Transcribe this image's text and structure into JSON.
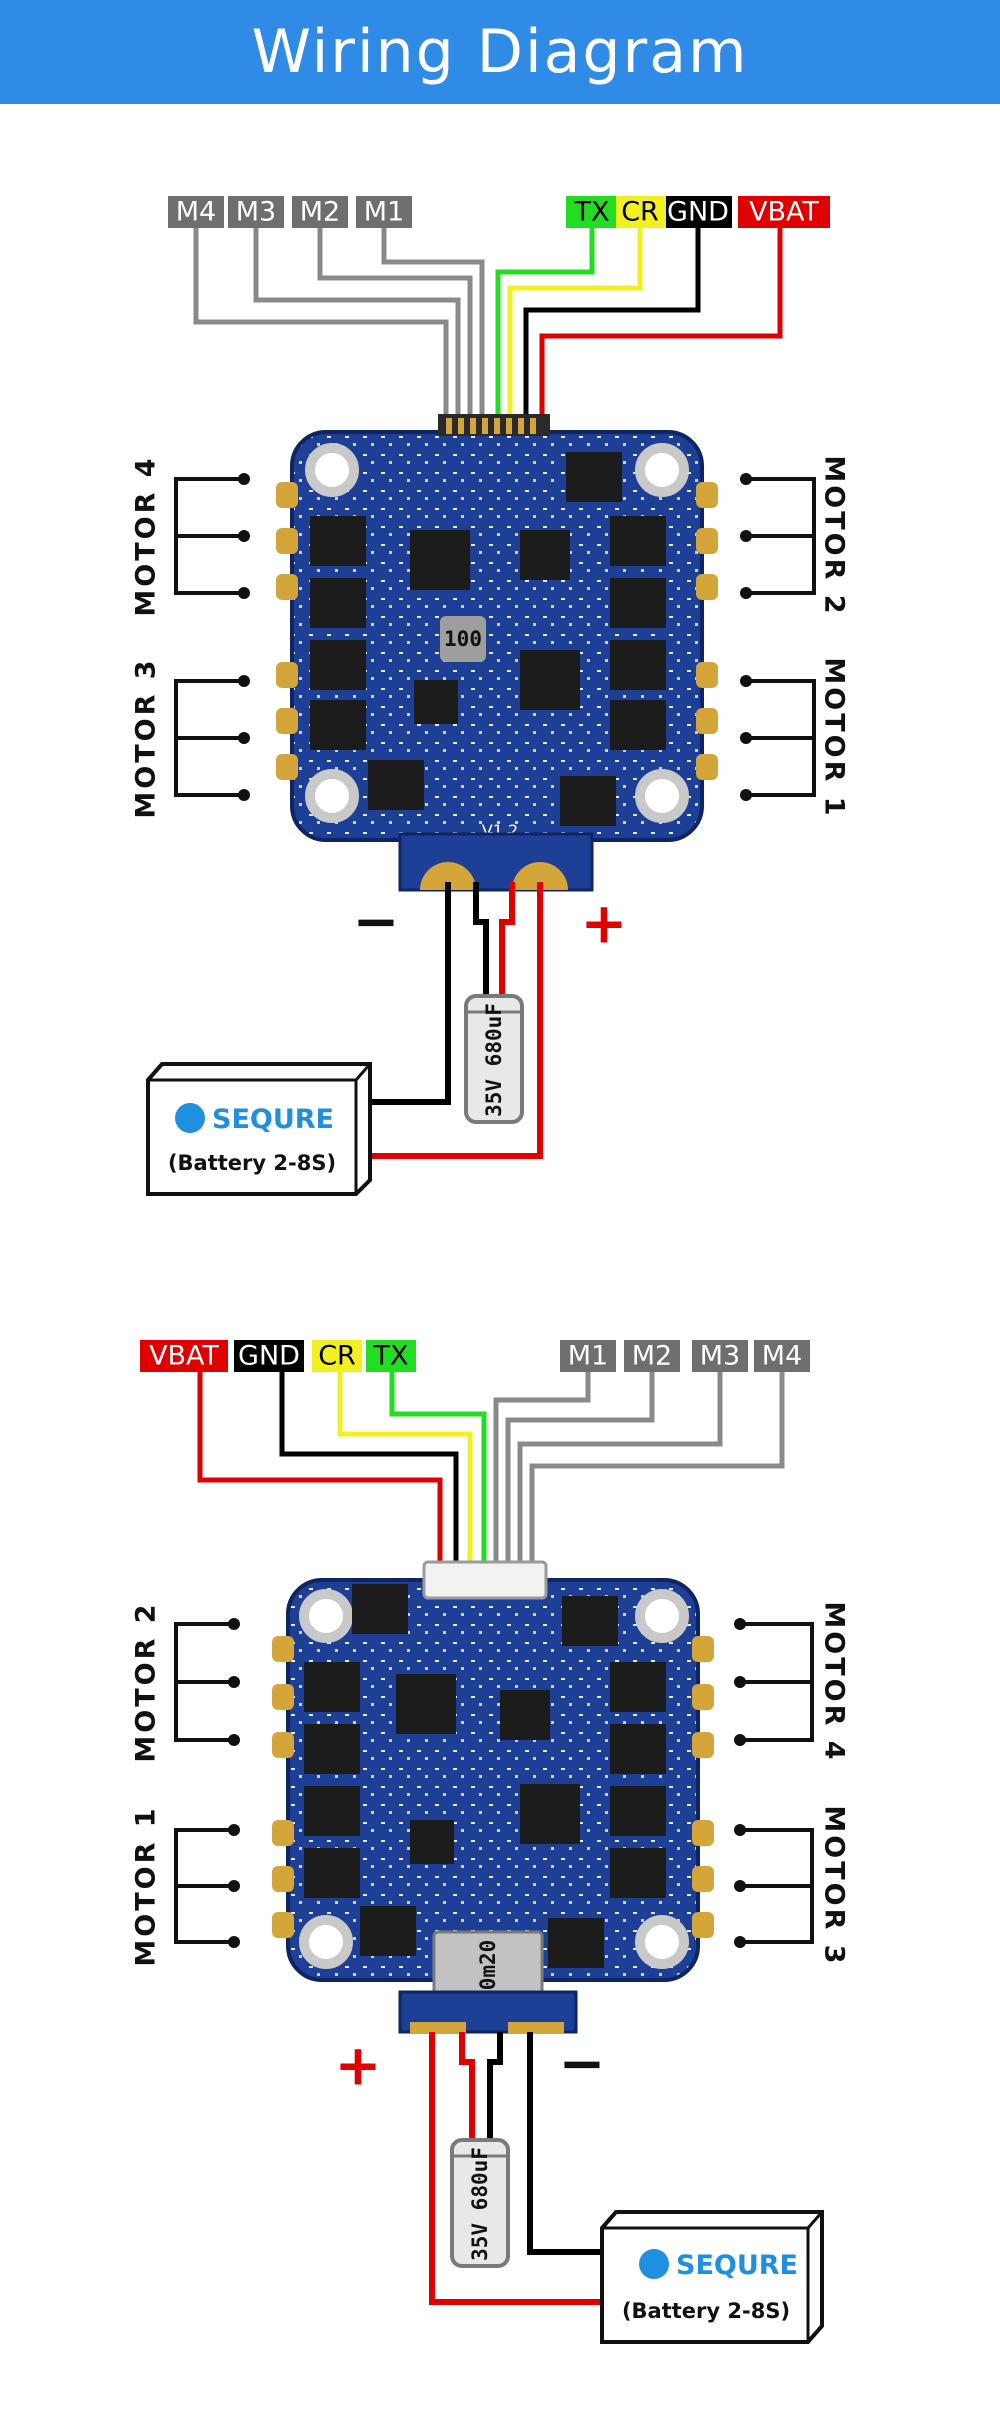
{
  "title": "Wiring Diagram",
  "top": {
    "labels": {
      "m4": "M4",
      "m3": "M3",
      "m2": "M2",
      "m1": "M1",
      "tx": "TX",
      "cr": "CR",
      "gnd": "GND",
      "vbat": "VBAT"
    },
    "motors": {
      "left_upper": "MOTOR 4",
      "left_lower": "MOTOR 3",
      "right_upper": "MOTOR 2",
      "right_lower": "MOTOR 1"
    },
    "capacitor": "35V 680uF",
    "battery": {
      "brand": "SEQURE",
      "label": "(Battery 2-8S)"
    },
    "minus": "−",
    "plus": "+",
    "board_version": "V1.2",
    "inductor": "100"
  },
  "bottom": {
    "labels": {
      "vbat": "VBAT",
      "gnd": "GND",
      "cr": "CR",
      "tx": "TX",
      "m1": "M1",
      "m2": "M2",
      "m3": "M3",
      "m4": "M4"
    },
    "motors": {
      "left_upper": "MOTOR 2",
      "left_lower": "MOTOR 1",
      "right_upper": "MOTOR 4",
      "right_lower": "MOTOR 3"
    },
    "capacitor": "35V 680uF",
    "battery": {
      "brand": "SEQURE",
      "label": "(Battery 2-8S)"
    },
    "minus": "−",
    "plus": "+",
    "shunt": "0m20"
  },
  "colors": {
    "header": "#2f8be6",
    "gray_label": "#6e6e6e",
    "tx": "#22dd22",
    "cr": "#f2f020",
    "gnd": "#000000",
    "vbat": "#e00000",
    "board": "#1b3a8f",
    "pad": "#d4a63a"
  }
}
